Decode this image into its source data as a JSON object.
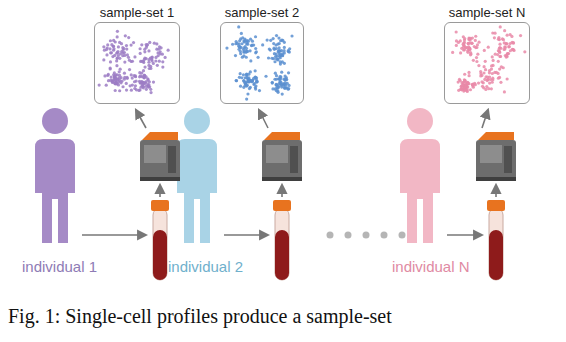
{
  "diagram": {
    "caption": "Fig. 1: Single-cell profiles produce a sample-set",
    "nodes": [
      {
        "text": [
          "sample-set 1"
        ]
      },
      {
        "text": [
          "sample-set 2"
        ]
      },
      {
        "text": [
          "sample-set N"
        ]
      }
    ],
    "labels": [
      "individual 1",
      "individual 2",
      "individual N"
    ]
  }
}
